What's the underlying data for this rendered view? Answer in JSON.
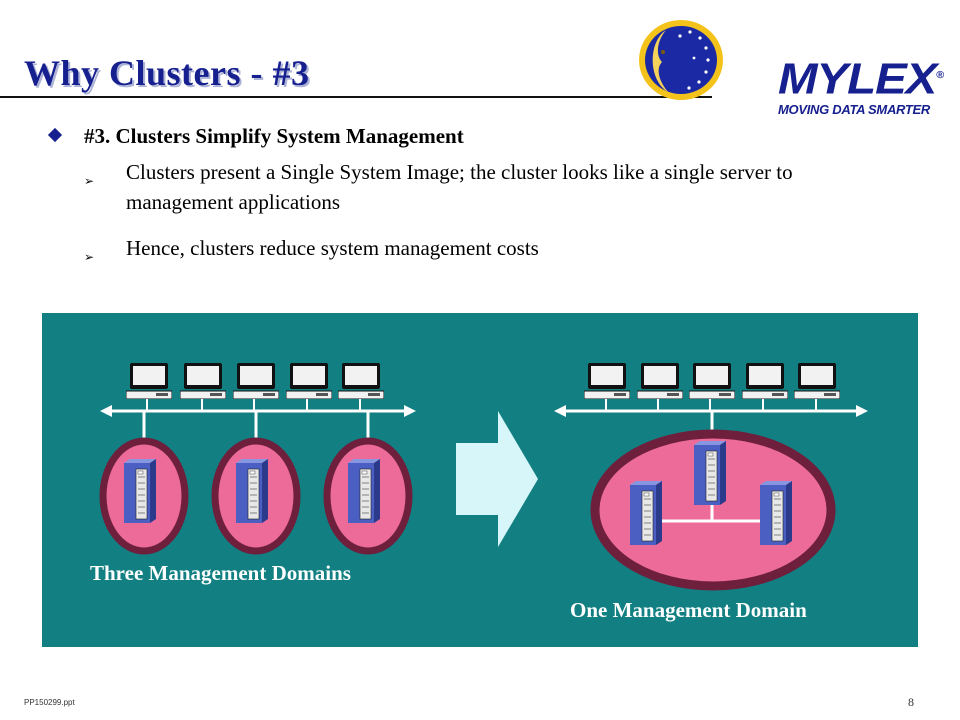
{
  "slide": {
    "title": "Why Clusters - #3",
    "main_bullet": "#3. Clusters Simplify System Management",
    "sub_bullets": [
      "Clusters present a Single System Image; the cluster looks like a single server to management applications",
      "Hence, clusters reduce system management costs"
    ],
    "footer_filename": "PP150299.ppt",
    "page_number": "8"
  },
  "logo": {
    "word": "MYLEX",
    "registered": "®",
    "tagline": "MOVING DATA SMARTER"
  },
  "diagram": {
    "left_label": "Three Management Domains",
    "right_label": "One Management Domain",
    "left_workstations": 5,
    "right_workstations": 5,
    "left_servers": 3,
    "right_servers": 3
  },
  "colors": {
    "title": "#16208f",
    "panel": "#128082",
    "domain_fill": "#ec6b98",
    "domain_ring": "#6d1f3c",
    "server": "#4b5fc2",
    "arrow": "#d6f6fa"
  },
  "icons": [
    "moon-stars-icon",
    "diamond-bullet-icon",
    "arrowhead-bullet-icon",
    "workstation-icon",
    "server-icon",
    "right-arrow-icon"
  ]
}
